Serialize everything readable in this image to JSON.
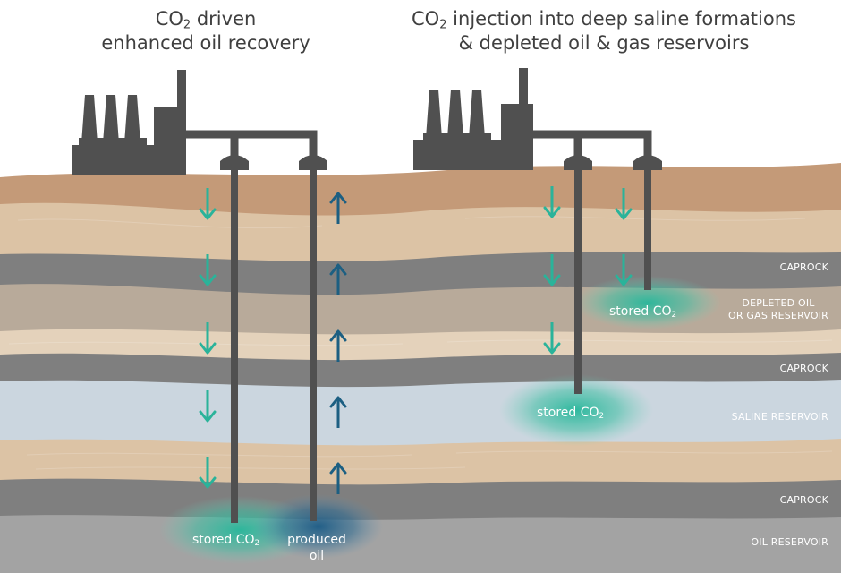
{
  "titles": {
    "left": {
      "line1_prefix": "CO",
      "line1_sub": "2",
      "line1_suffix": " driven",
      "line2": "enhanced oil recovery"
    },
    "right": {
      "line1_prefix": "CO",
      "line1_sub": "2",
      "line1_suffix": " injection into deep saline formations",
      "line2": "& depleted oil & gas reservoirs"
    }
  },
  "layer_labels": {
    "caprock_1": "CAPROCK",
    "depleted_line1": "DEPLETED OIL",
    "depleted_line2": "OR GAS RESERVOIR",
    "caprock_2": "CAPROCK",
    "saline": "SALINE RESERVOIR",
    "caprock_3": "CAPROCK",
    "oil": "OIL RESERVOIR"
  },
  "annotations": {
    "stored_prefix": "stored CO",
    "stored_sub": "2",
    "produced_line1": "produced",
    "produced_line2": "oil"
  },
  "colors": {
    "topsoil": "#c49a78",
    "sand_light": "#dcc3a5",
    "sand_pale": "#e4d2bb",
    "caprock": "#7f7f7f",
    "depleted": "#b8aa9a",
    "saline": "#cbd6df",
    "oil_reservoir": "#9c9c9c",
    "factory": "#505050",
    "co2_arrow": "#2ab39a",
    "oil_arrow": "#1c5f82",
    "title_text": "#3f3f3f"
  }
}
